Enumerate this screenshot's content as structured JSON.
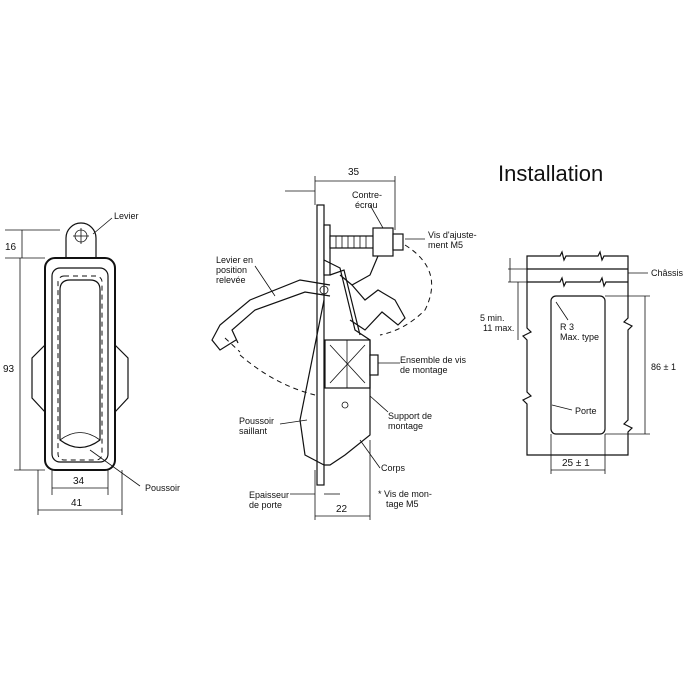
{
  "title": "Installation",
  "front_view": {
    "levier": "Levier",
    "poussoir": "Poussoir",
    "dim_16": "16",
    "dim_93": "93",
    "dim_34": "34",
    "dim_41": "41"
  },
  "side_view": {
    "dim_35": "35",
    "contre_ecrou": [
      "Contre-",
      "écrou"
    ],
    "vis_ajustement": [
      "Vis d'ajuste-",
      "ment M5"
    ],
    "levier_releve": [
      "Levier en",
      "position",
      "relevée"
    ],
    "ensemble_vis": [
      "Ensemble de vis",
      "de montage"
    ],
    "poussoir_saillant": [
      "Poussoir",
      "saillant"
    ],
    "support": [
      "Support de",
      "montage"
    ],
    "corps": "Corps",
    "epaisseur": [
      "Epaisseur",
      "de porte"
    ],
    "vis_montage": [
      "* Vis de mon-",
      "tage M5"
    ],
    "dim_22": "22"
  },
  "cutout_view": {
    "chassis": "Châssis",
    "gap": [
      "5 min.",
      "11 max."
    ],
    "radius": [
      "R 3",
      "Max. type"
    ],
    "porte": "Porte",
    "dim_86": "86 ± 1",
    "dim_25": "25 ± 1"
  }
}
